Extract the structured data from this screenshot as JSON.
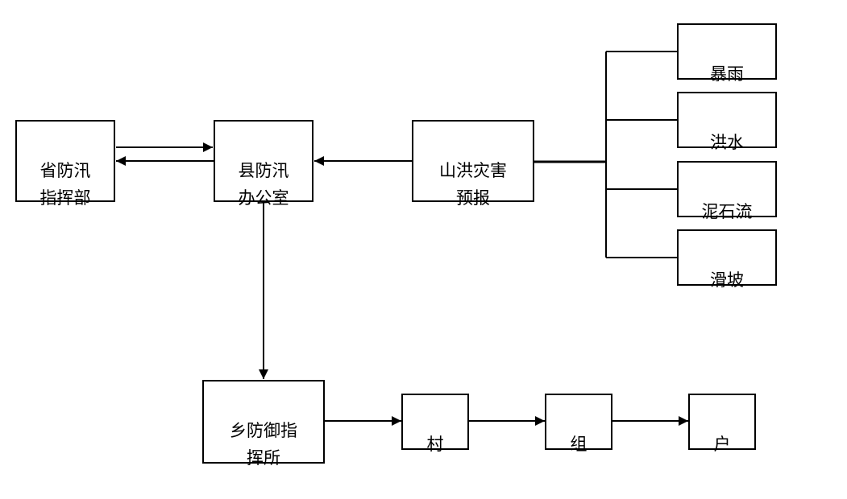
{
  "diagram": {
    "nodes": {
      "province": "省防汛\n指挥部",
      "county": "县防汛\n办公室",
      "forecast": "山洪灾害\n预报",
      "rainstorm": "暴雨",
      "flood": "洪水",
      "debris_flow": "泥石流",
      "landslide": "滑坡",
      "township": "乡防御指\n挥所",
      "village": "村",
      "group": "组",
      "household": "户"
    }
  }
}
